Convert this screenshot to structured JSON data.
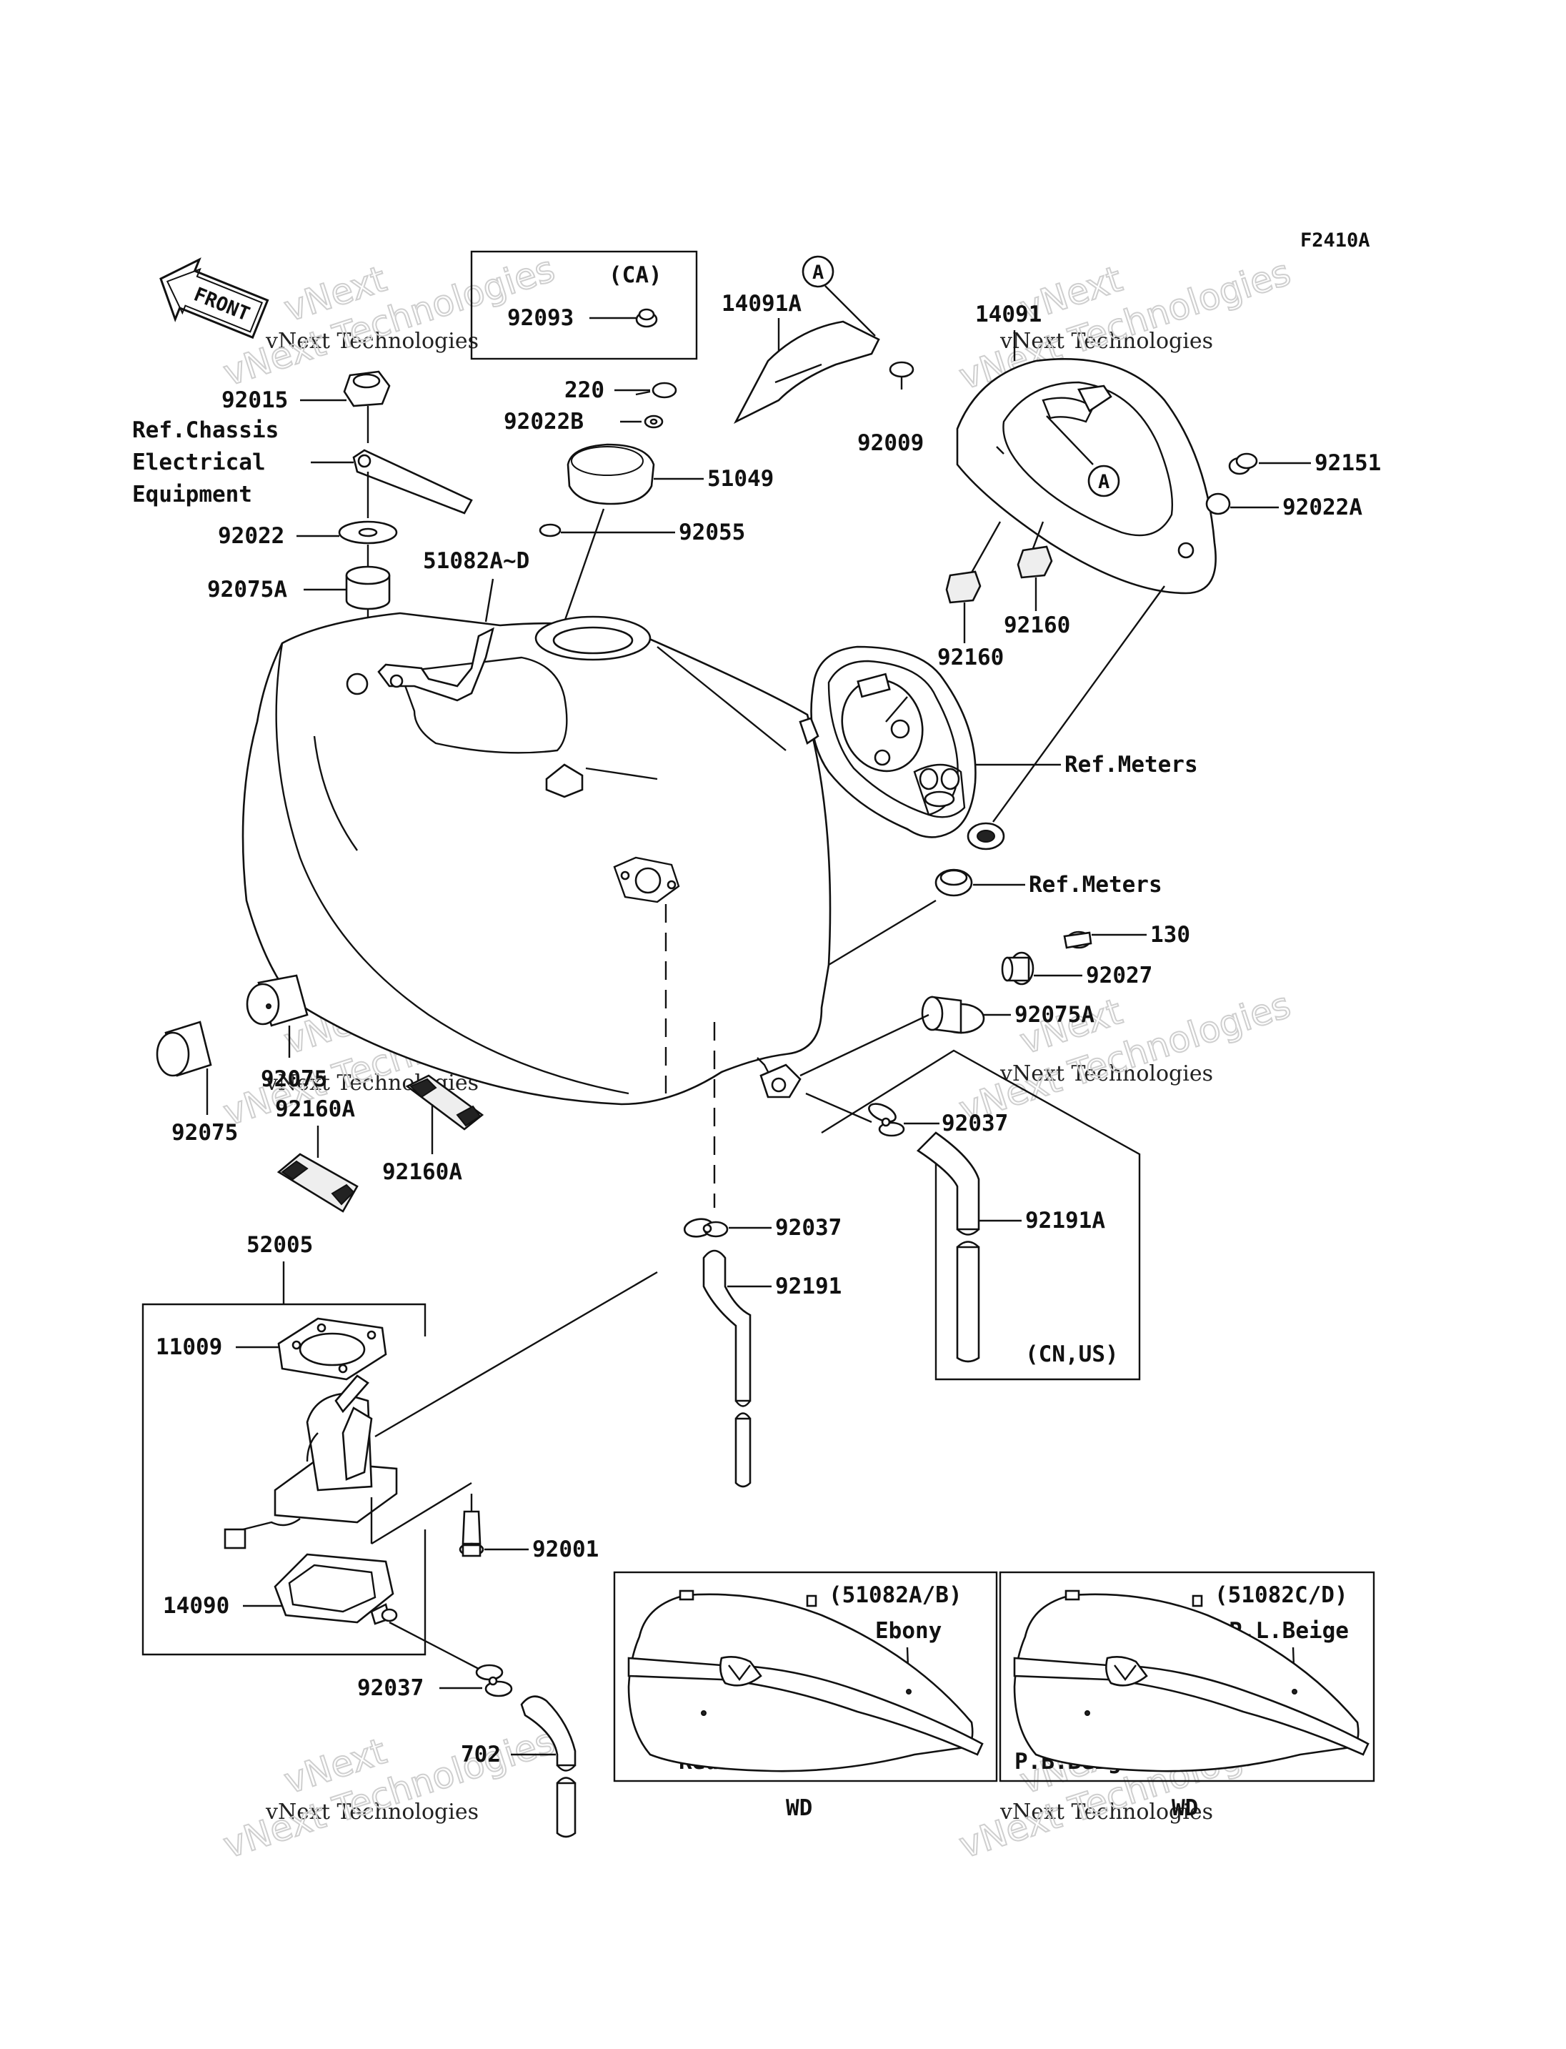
{
  "figure_code": "F2410A",
  "front_arrow_label": "FRONT",
  "watermarks": [
    {
      "line1": "vNext Technologies",
      "line2": "vNext Technologies"
    },
    {
      "line1": "vNext Technologies",
      "line2": "vNext Technologies"
    },
    {
      "line1": "vNext Technologies",
      "line2": "vNext Technologies"
    },
    {
      "line1": "vNext Technologies",
      "line2": "vNext Technologies"
    },
    {
      "line1": "vNext Technologies",
      "line2": "vNext Technologies"
    },
    {
      "line1": "vNext Technologies",
      "line2": "vNext Technologies"
    }
  ],
  "callout_markers": [
    "A",
    "A"
  ],
  "parts": {
    "p92093": "92093",
    "p92015": "92015",
    "ref_chassis_1": "Ref.Chassis",
    "ref_chassis_2": "Electrical",
    "ref_chassis_3": "Equipment",
    "p92022": "92022",
    "p92075A_left": "92075A",
    "p51082": "51082A~D",
    "p220": "220",
    "p92022B": "92022B",
    "p51049": "51049",
    "p92055": "92055",
    "p14091A": "14091A",
    "p92009": "92009",
    "p14091": "14091",
    "p92151": "92151",
    "p92022A": "92022A",
    "p92160_a": "92160",
    "p92160_b": "92160",
    "ref_meters_1": "Ref.Meters",
    "ref_meters_2": "Ref.Meters",
    "p130": "130",
    "p92027": "92027",
    "p92075A_right": "92075A",
    "p92037_right": "92037",
    "p92191A": "92191A",
    "p92075_a": "92075",
    "p92075_b": "92075",
    "p92160A_a": "92160A",
    "p92160A_b": "92160A",
    "p92037_mid": "92037",
    "p92191": "92191",
    "p52005": "52005",
    "p11009": "11009",
    "p92001": "92001",
    "p14090": "14090",
    "p92037_low": "92037",
    "p702": "702"
  },
  "variant_boxes": {
    "ca": "(CA)",
    "cn_us": "(CN,US)"
  },
  "color_panels": [
    {
      "codes": "(51082A/B)",
      "top_color": "Ebony",
      "bottom_color": "Red",
      "market": "WD"
    },
    {
      "codes": "(51082C/D)",
      "top_color": "P.L.Beige",
      "bottom_color": "P.B.Beige",
      "market": "WD"
    }
  ]
}
